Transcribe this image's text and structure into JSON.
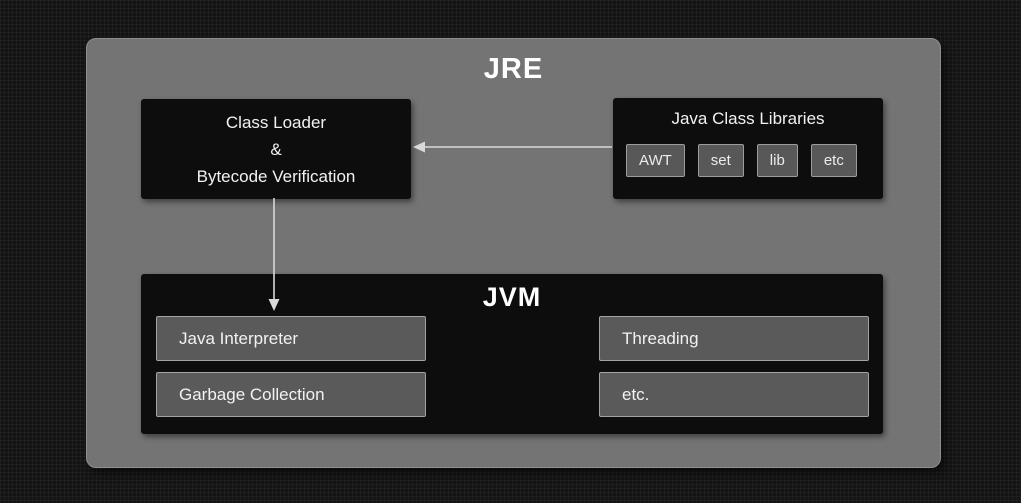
{
  "diagram": {
    "jre_title": "JRE",
    "class_loader": {
      "line1": "Class Loader",
      "line2": "&",
      "line3": "Bytecode Verification"
    },
    "libraries": {
      "title": "Java Class Libraries",
      "items": [
        "AWT",
        "set",
        "lib",
        "etc"
      ]
    },
    "jvm": {
      "title": "JVM",
      "boxes": [
        "Java Interpreter",
        "Garbage Collection",
        "Threading",
        "etc."
      ]
    }
  },
  "colors": {
    "page_background": "#141414",
    "jre_container": "#747474",
    "black_box": "#0d0d0d",
    "inner_box": "#5a5a5a",
    "inner_box_border": "#a3a3a3",
    "text": "#f2f2f2",
    "arrow": "#d9d9d9"
  }
}
